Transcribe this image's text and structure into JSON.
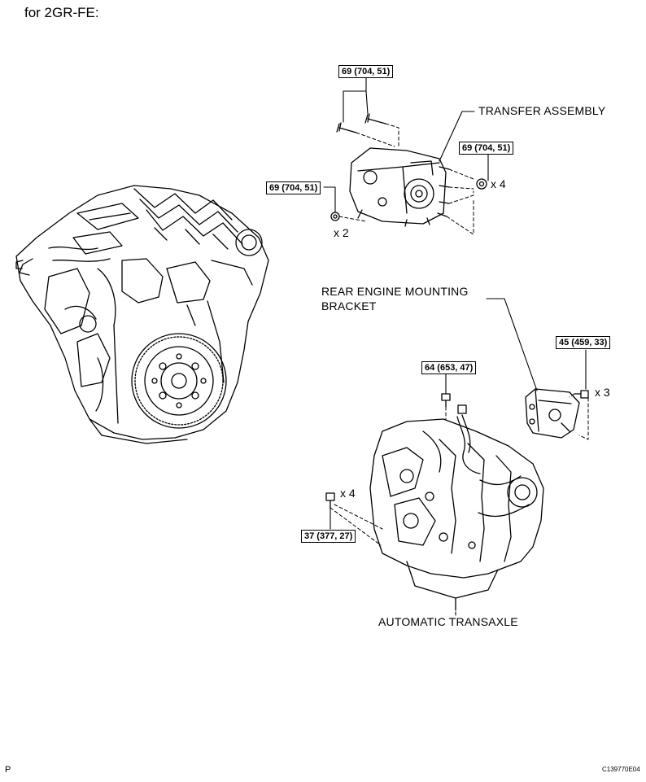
{
  "heading": "for 2GR-FE:",
  "parts": {
    "transfer_assembly": "TRANSFER ASSEMBLY",
    "rear_engine_mounting_bracket_line1": "REAR ENGINE MOUNTING",
    "rear_engine_mounting_bracket_line2": "BRACKET",
    "automatic_transaxle": "AUTOMATIC TRANSAXLE"
  },
  "torques": {
    "transfer_bolts": "69 (704, 51)",
    "transfer_nuts_right": "69 (704, 51)",
    "transfer_nut_left": "69 (704, 51)",
    "bracket_bolts": "45 (459, 33)",
    "transaxle_top_bolt": "64 (653, 47)",
    "transaxle_side_bolts": "37 (377, 27)"
  },
  "quantities": {
    "transfer_nuts_right": "x 4",
    "transfer_nut_left": "x 2",
    "bracket_bolts": "x 3",
    "transaxle_side_bolts": "x 4"
  },
  "footer": {
    "left_mark": "P",
    "figure_id": "C139770E04"
  }
}
